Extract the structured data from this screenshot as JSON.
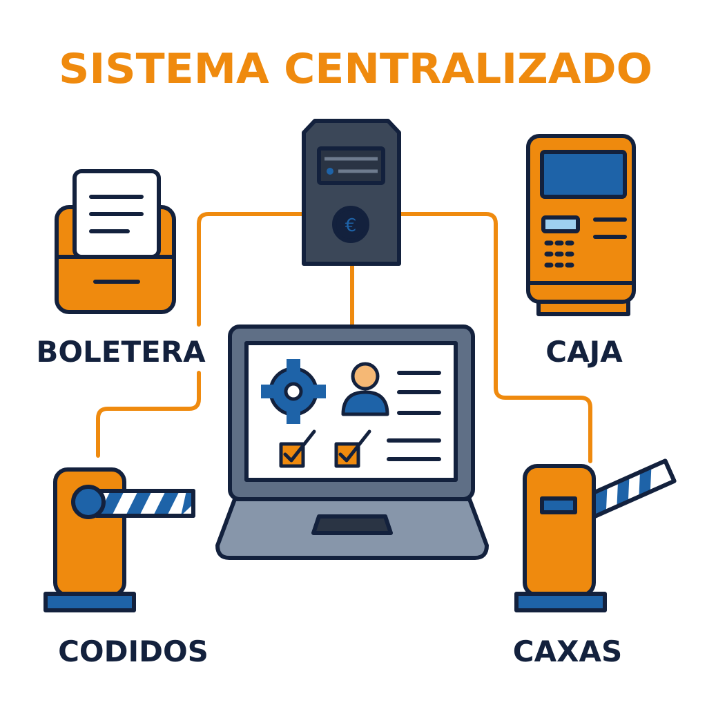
{
  "title": "SISTEMA CENTRALIZADO",
  "server": {
    "currency_symbol": "€"
  },
  "nodes": {
    "boletera": "BOLETERA",
    "caja": "CAJA",
    "codidos": "CODIDOS",
    "caxas": "CAXAS"
  },
  "colors": {
    "orange": "#EF8A0E",
    "navy": "#13213D",
    "blue": "#1E63A8",
    "server": "#3B4758",
    "laptop": "#5F6F86"
  }
}
